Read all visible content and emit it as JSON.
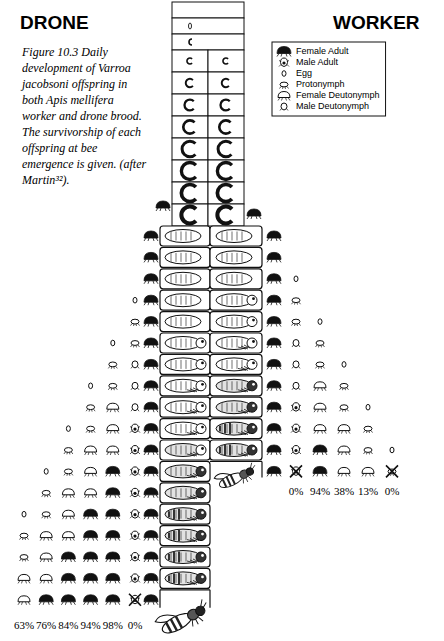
{
  "diagram": {
    "caption": "Figure 10.3 Daily development of Varroa jacobsoni offspring in both Apis mellifera worker and drone brood. The survivorship of each offspring at bee emergence is given. (after Martin³²).",
    "labels": [
      "DRONE",
      "WORKER",
      "63%",
      "76%",
      "84%",
      "94%",
      "98%",
      "0%",
      "0%",
      "94%",
      "38%",
      "13%",
      "0%"
    ],
    "legend": [
      {
        "text": "Female Adult"
      },
      {
        "text": "Male Adult"
      },
      {
        "text": "Egg"
      },
      {
        "text": "Protonymph"
      },
      {
        "text": "Female Deutonymph"
      },
      {
        "text": "Male Deutonymph"
      }
    ]
  }
}
